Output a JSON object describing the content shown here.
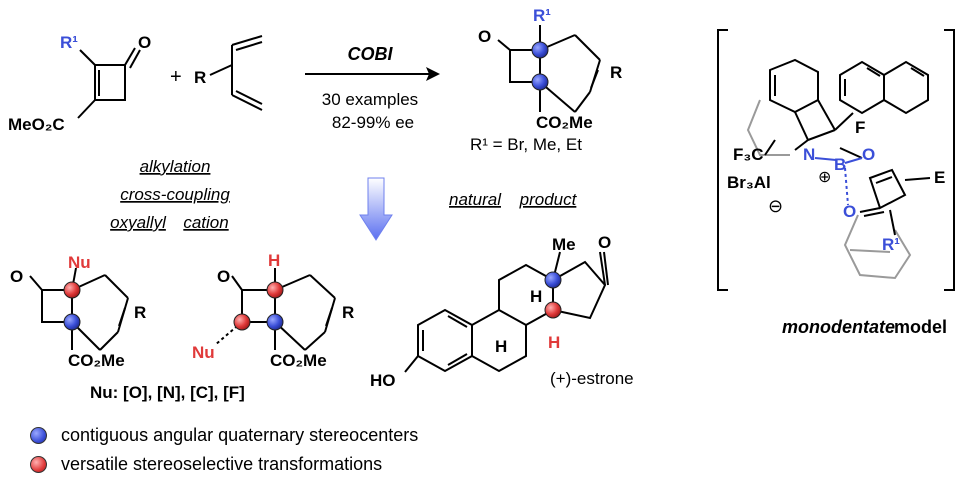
{
  "reaction": {
    "catalyst": "COBI",
    "examples": "30 examples",
    "ee": "82-99% ee",
    "r1_scope": "R¹ = Br, Me, Et"
  },
  "atoms": {
    "R1": "R¹",
    "O": "O",
    "MeO2C": "MeO₂C",
    "plus": "+",
    "R": "R",
    "CO2Me": "CO₂Me",
    "Nu": "Nu",
    "H": "H",
    "Me": "Me",
    "HO": "HO",
    "F3C": "F₃C",
    "Br3Al": "Br₃Al",
    "N": "N",
    "B": "B",
    "F": "F",
    "E": "E",
    "plus_charge": "⊕",
    "minus_charge": "⊖"
  },
  "transformations": {
    "t1": "alkylation",
    "t2": "cross-coupling",
    "t3_a": "oxyallyl",
    "t3_b": "cation",
    "np_a": "natural",
    "np_b": "product"
  },
  "products": {
    "nu_scope": "Nu: [O], [N], [C], [F]",
    "estrone": "(+)-estrone"
  },
  "model": {
    "caption_italic": "monodentate",
    "caption_rest": "model"
  },
  "legend": [
    {
      "color": "#3b4fd8",
      "text": "contiguous angular quaternary stereocenters"
    },
    {
      "color": "#e03a3a",
      "text": "versatile stereoselective transformations"
    }
  ],
  "colors": {
    "blue": "#3b4fd8",
    "red": "#e03a3a",
    "gray": "#9a9a9a"
  }
}
